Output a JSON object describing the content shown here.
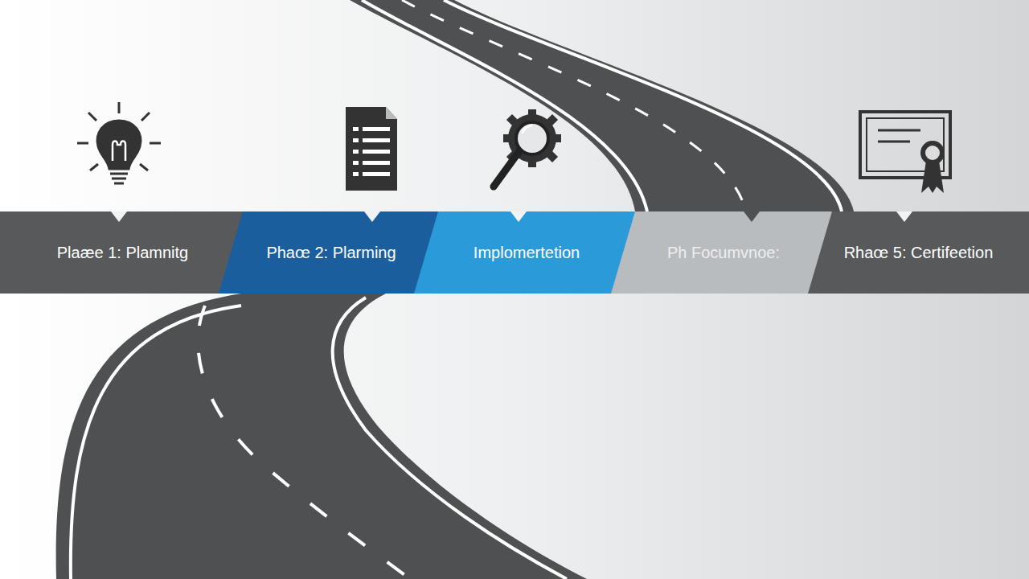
{
  "diagram": {
    "nodes": [
      {
        "text": [
          "Plaæe 1: Plamnitg"
        ]
      },
      {
        "text": [
          "Phaœ 2: Plarming"
        ]
      },
      {
        "text": [
          "Implomertetion"
        ]
      },
      {
        "text": [
          "Ph Focumvnoe:"
        ]
      },
      {
        "text": [
          "Rhaœ 5: Certifeetion"
        ]
      }
    ]
  }
}
